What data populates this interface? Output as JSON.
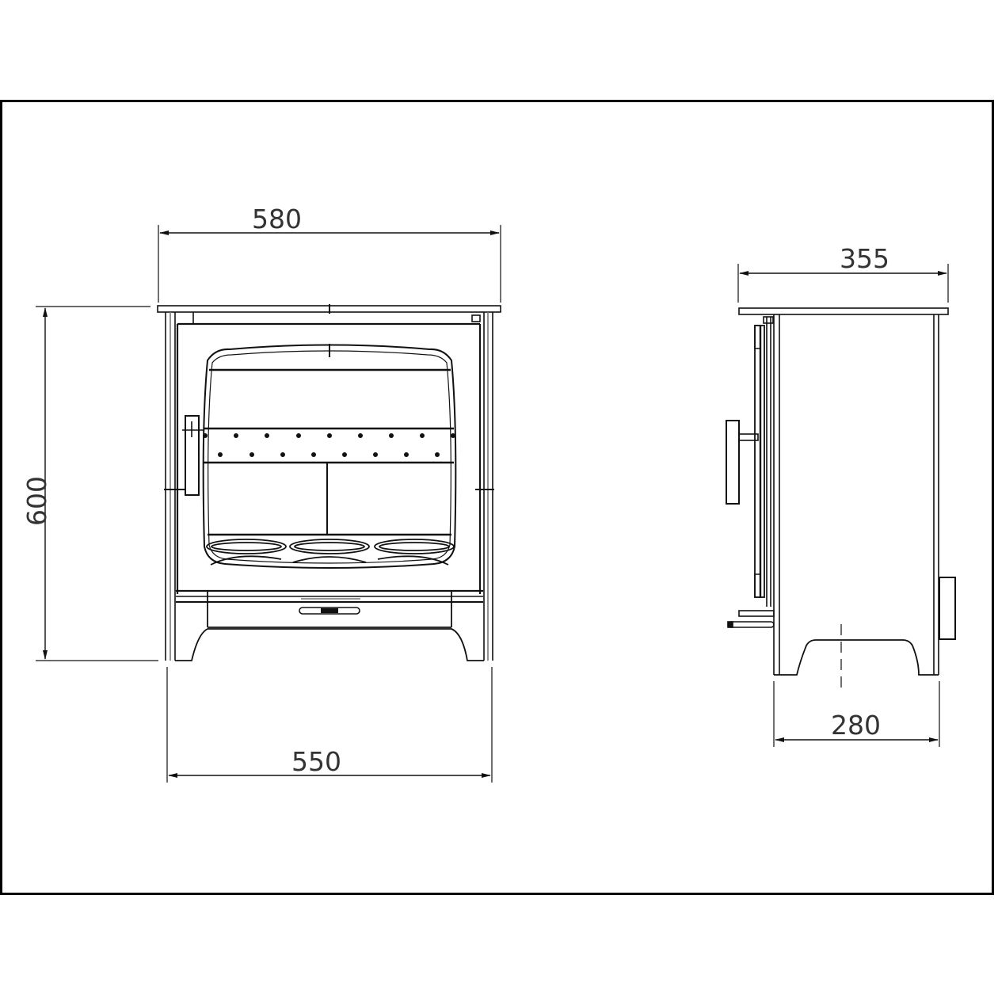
{
  "drawing": {
    "subject": "stove",
    "units": "mm",
    "views": [
      {
        "name": "front-view",
        "dimensions": {
          "overall_width_top": "580",
          "overall_height": "600",
          "base_width": "550"
        }
      },
      {
        "name": "side-view",
        "dimensions": {
          "overall_depth_top": "355",
          "base_depth": "280"
        }
      }
    ]
  },
  "labels": {
    "front_top_width": "580",
    "front_height": "600",
    "front_base_width": "550",
    "side_top_depth": "355",
    "side_base_depth": "280"
  },
  "colors": {
    "line": "#111111",
    "frame": "#000000",
    "text": "#333333",
    "background": "#ffffff"
  }
}
